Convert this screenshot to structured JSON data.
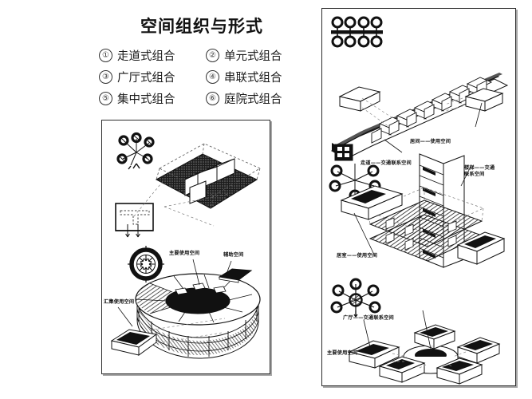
{
  "document": {
    "title": "空间组织与形式",
    "type_list": [
      {
        "num": "①",
        "label": "走道式组合"
      },
      {
        "num": "②",
        "label": "单元式组合"
      },
      {
        "num": "③",
        "label": "广厅式组合"
      },
      {
        "num": "④",
        "label": "串联式组合"
      },
      {
        "num": "⑤",
        "label": "集中式组合"
      },
      {
        "num": "⑥",
        "label": "庭院式组合"
      }
    ]
  },
  "left_panel": {
    "name": "courtyard-and-central-ring-figure",
    "schematic_top": "radial-node-diagram",
    "plan_icon": "t-shaped-plan-icon",
    "ring_icon": "radial-ring-plan-icon",
    "labels": {
      "primary_space": "主要使用空间",
      "auxiliary_space": "辅助空间",
      "gathering_space": "汇集使用空间"
    }
  },
  "right_panel": {
    "figures": [
      {
        "name": "corridor-type-figure",
        "schematic": "double-row-node-diagram",
        "labels": {
          "rooms": "居间——使用空间",
          "corridor": "走道——交通联系空间"
        }
      },
      {
        "name": "unit-stair-type-figure",
        "schematic": "radial-node-diagram-with-plan",
        "labels": {
          "stair": "楼梯——交通",
          "stair_second_line": "联系空间",
          "dwelling": "居室——使用空间"
        }
      },
      {
        "name": "hall-type-figure",
        "schematic": "radial-node-diagram-hatched-core",
        "labels": {
          "hall": "广厅——交通联系空间",
          "primary_space": "主要使用空间"
        }
      }
    ]
  },
  "colors": {
    "ink": "#1a1a1a",
    "frame": "#2b2b2b",
    "background": "#ffffff",
    "shadow": "rgba(60,60,60,0.45)"
  }
}
